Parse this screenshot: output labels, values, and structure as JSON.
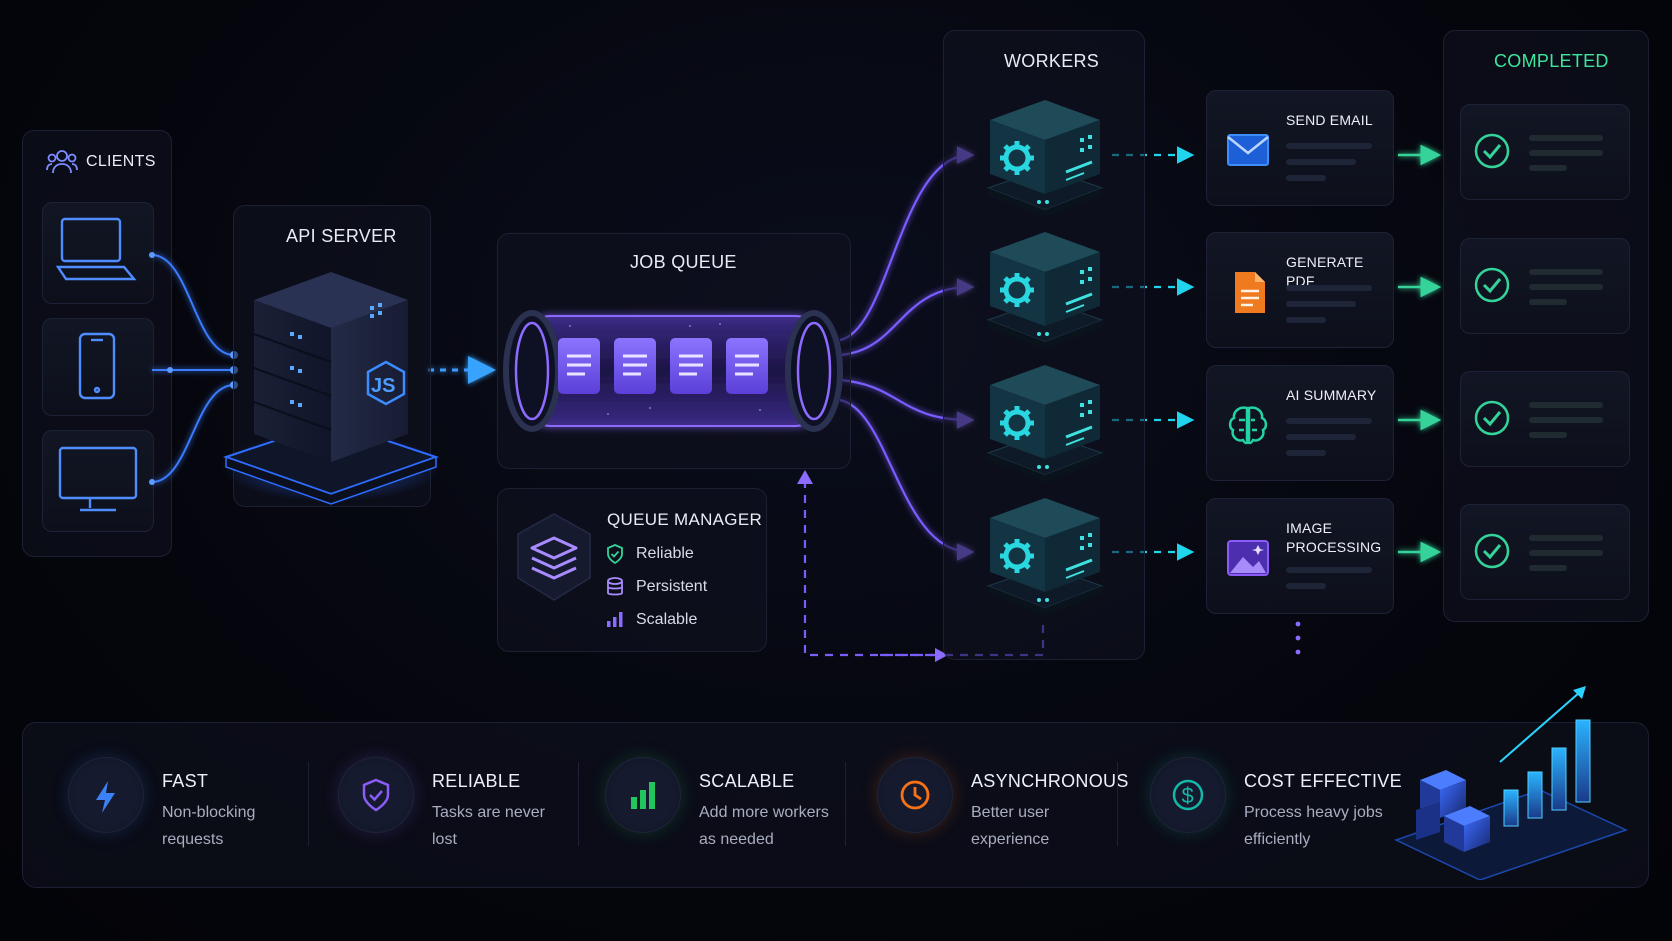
{
  "sections": {
    "clients": "CLIENTS",
    "api_server": "API SERVER",
    "job_queue": "JOB QUEUE",
    "workers": "WORKERS",
    "completed": "COMPLETED"
  },
  "queue_manager": {
    "title": "QUEUE MANAGER",
    "features": [
      "Reliable",
      "Persistent",
      "Scalable"
    ]
  },
  "tasks": [
    {
      "label": "SEND EMAIL",
      "icon": "mail-icon",
      "color": "#3e8ef7"
    },
    {
      "label": "GENERATE PDF",
      "icon": "pdf-file-icon",
      "color": "#f07a1f"
    },
    {
      "label": "AI SUMMARY",
      "icon": "brain-icon",
      "color": "#22d3a6"
    },
    {
      "label": "IMAGE PROCESSING",
      "icon": "image-icon",
      "color": "#8b5cf6"
    }
  ],
  "benefits": [
    {
      "title": "FAST",
      "desc": "Non-blocking requests",
      "icon": "lightning-icon",
      "color": "#3b82f6"
    },
    {
      "title": "RELIABLE",
      "desc": "Tasks are never lost",
      "icon": "shield-check-icon",
      "color": "#8b5cf6"
    },
    {
      "title": "SCALABLE",
      "desc": "Add more workers as needed",
      "icon": "bar-chart-icon",
      "color": "#22c55e"
    },
    {
      "title": "ASYNCHRONOUS",
      "desc": "Better user experience",
      "icon": "clock-icon",
      "color": "#f97316"
    },
    {
      "title": "COST EFFECTIVE",
      "desc": "Process heavy jobs efficiently",
      "icon": "dollar-icon",
      "color": "#14b8a6"
    }
  ],
  "colors": {
    "accent_blue": "#3b82f6",
    "accent_purple": "#7c5cf5",
    "accent_cyan": "#22d3ee",
    "accent_green": "#34d399"
  }
}
